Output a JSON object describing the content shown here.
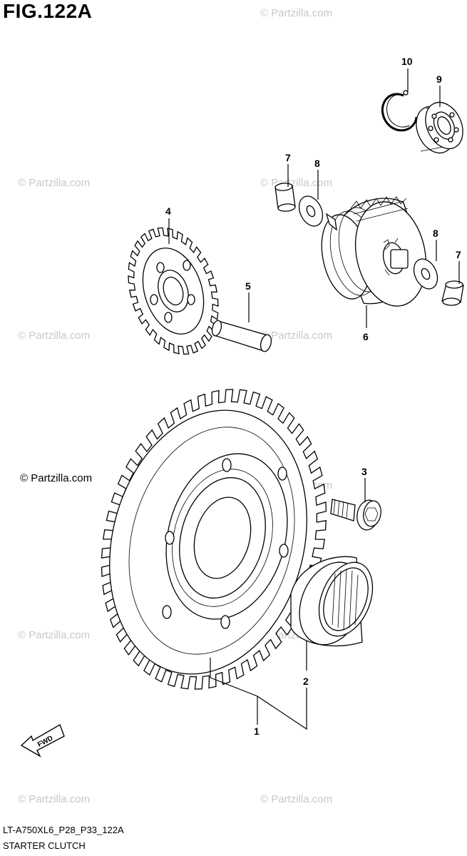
{
  "figure_title": "FIG.122A",
  "footer": {
    "code": "LT-A750XL6_P28_P33_122A",
    "name": "STARTER CLUTCH"
  },
  "watermark": "© Partzilla.com",
  "fwd_label": "FWD",
  "parts": {
    "p1": "1",
    "p2": "2",
    "p3": "3",
    "p4": "4",
    "p5": "5",
    "p6": "6",
    "p7a": "7",
    "p7b": "7",
    "p8a": "8",
    "p8b": "8",
    "p9": "9",
    "p10": "10"
  }
}
